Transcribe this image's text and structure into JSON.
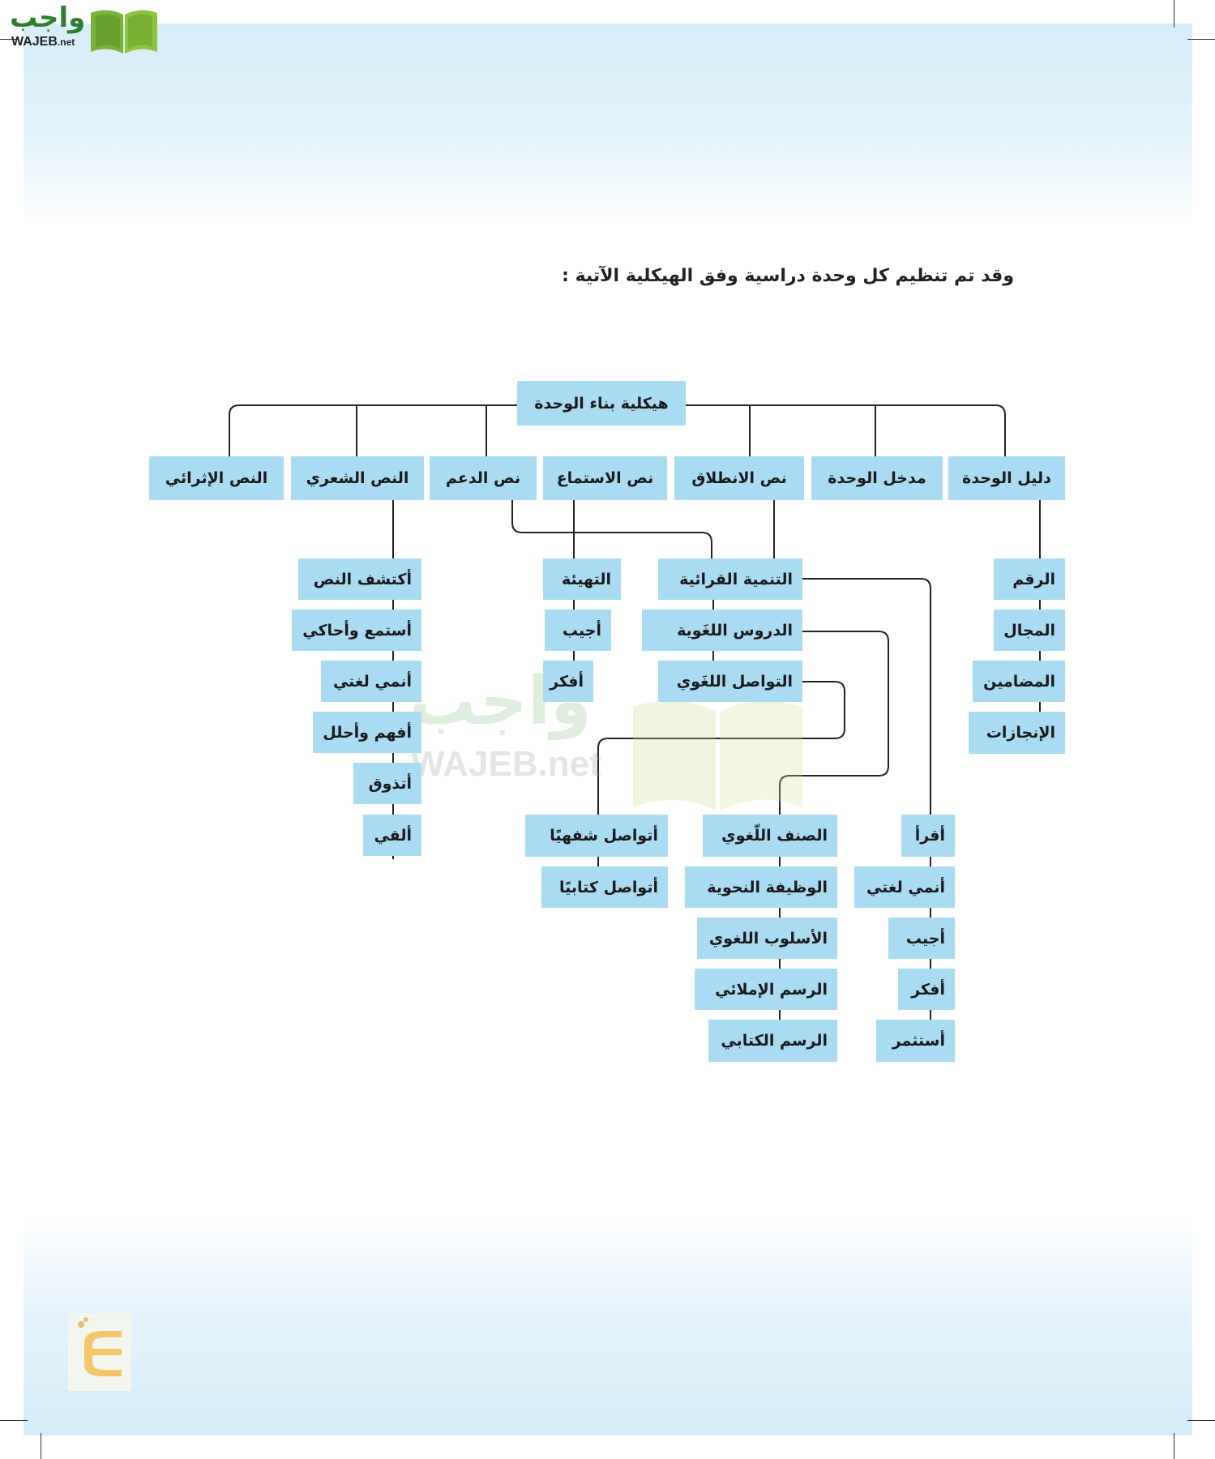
{
  "logo": {
    "arabic": "واجب",
    "latin": "WAJEB",
    "suffix": ".net"
  },
  "heading": "وقد تم تنظيم كل وحدة دراسية وفق الهيكلية الآتية :",
  "root": "هيكلية بناء الوحدة",
  "level1": {
    "unit_guide": "دليل الوحدة",
    "unit_intro": "مدخل الوحدة",
    "launch_text": "نص الانطلاق",
    "listening_text": "نص الاستماع",
    "support_text": "نص الدعم",
    "poetic_text": "النص الشعري",
    "enrichment_text": "النص الإثرائي"
  },
  "unit_guide_items": [
    "الرقم",
    "المجال",
    "المضامين",
    "الإنجازات"
  ],
  "launch_items": [
    "التنمية القرائية",
    "الدروس اللغَوية",
    "التواصل اللغَوي"
  ],
  "listening_items": [
    "التهيئة",
    "أجيب",
    "أفكر"
  ],
  "poetic_items": [
    "أكتشف النص",
    "أستمع وأحاكي",
    "أنمي لغتي",
    "أفهم وأحلل",
    "أتذوق",
    "ألقي"
  ],
  "reading_items": [
    "أقرأ",
    "أنمي لغتي",
    "أجيب",
    "أفكر",
    "أستثمر"
  ],
  "lessons_items": [
    "الصنف اللّغوي",
    "الوظيفة النحوية",
    "الأسلوب اللغوي",
    "الرسم الإملائي",
    "الرسم الكتابي"
  ],
  "communication_items": [
    "أتواصل شفهيًا",
    "أتواصل كتابيًا"
  ],
  "colors": {
    "box": "#a9dcf3",
    "line": "#222222",
    "band": "#d6edf8",
    "logo_green": "#2f7d2f"
  }
}
